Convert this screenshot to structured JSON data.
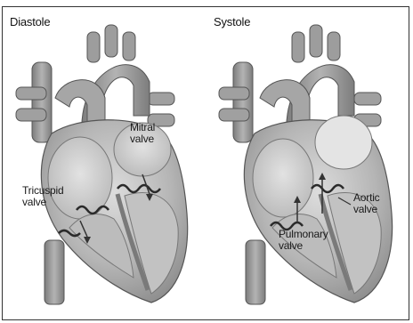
{
  "panels": {
    "left": {
      "title": "Diastole",
      "labels": {
        "mitral": "Mitral\nvalve",
        "tricuspid": "Tricuspid\nvalve"
      }
    },
    "right": {
      "title": "Systole",
      "labels": {
        "aortic": "Aortic\nvalve",
        "pulmonary": "Pulmonary\nvalve"
      }
    }
  },
  "colors": {
    "heart_outer": "#8a8a8a",
    "heart_mid": "#b4b4b4",
    "heart_light": "#d8d8d8",
    "chamber": "#c6c6c6",
    "vessel": "#9a9a9a",
    "valve": "#2b2b2b"
  }
}
